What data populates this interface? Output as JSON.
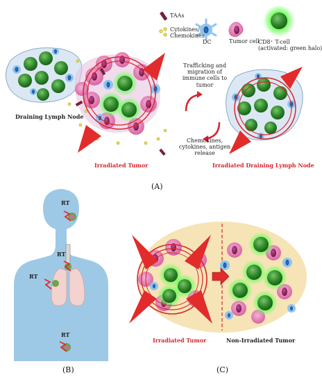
{
  "legend": {
    "taas": "TAAs",
    "cytokines": "Cytokines/\nChemokines",
    "dc": "DC",
    "tumor_cell": "Tumor cell",
    "cd8": "CD8⁺ T-cell\n(activated: green halo)"
  },
  "panel_a": {
    "draining_lymph_node": "Draining Lymph Node",
    "irradiated_tumor": "Irradiated Tumor",
    "irradiated_dln": "Irradiated Draining Lymph Node",
    "trafficking": "Trafficking and\nmigration of\nimmune cells to\ntumor",
    "chemokines": "Chemokines,\ncytokines, antigen\nrelease",
    "letter": "(A)"
  },
  "panel_b": {
    "rt_labels": [
      "RT",
      "RT",
      "RT",
      "RT"
    ],
    "letter": "(B)"
  },
  "panel_c": {
    "irradiated_tumor": "Irradiated Tumor",
    "non_irradiated_tumor": "Non-Irradiated Tumor",
    "letter": "(C)"
  },
  "colors": {
    "tumor_pink": "#e98bc0",
    "tcell_green": "#2f8a2b",
    "dc_blue": "#7bb6e6",
    "radiation_red": "#e22b2b",
    "lymph_node_blue": "#dbe8f4",
    "body_blue": "#9ec9e6",
    "tumor_bg": "#f6e4b6"
  }
}
